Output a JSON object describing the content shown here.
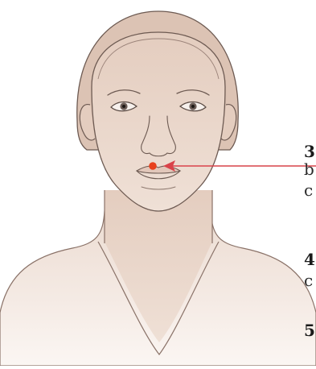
{
  "illustration": {
    "subject": "face-front-view",
    "colors": {
      "skin": "#e9d5c8",
      "skin_light": "#f6ece5",
      "hair": "#dcc3b4",
      "outline": "#6d5a52",
      "point": "#e8401c",
      "arrow": "#d9434a"
    }
  },
  "side_text": {
    "line1": "3",
    "line2": "b",
    "line3": "c",
    "line4": "4",
    "line5": "c",
    "line6": "5"
  }
}
